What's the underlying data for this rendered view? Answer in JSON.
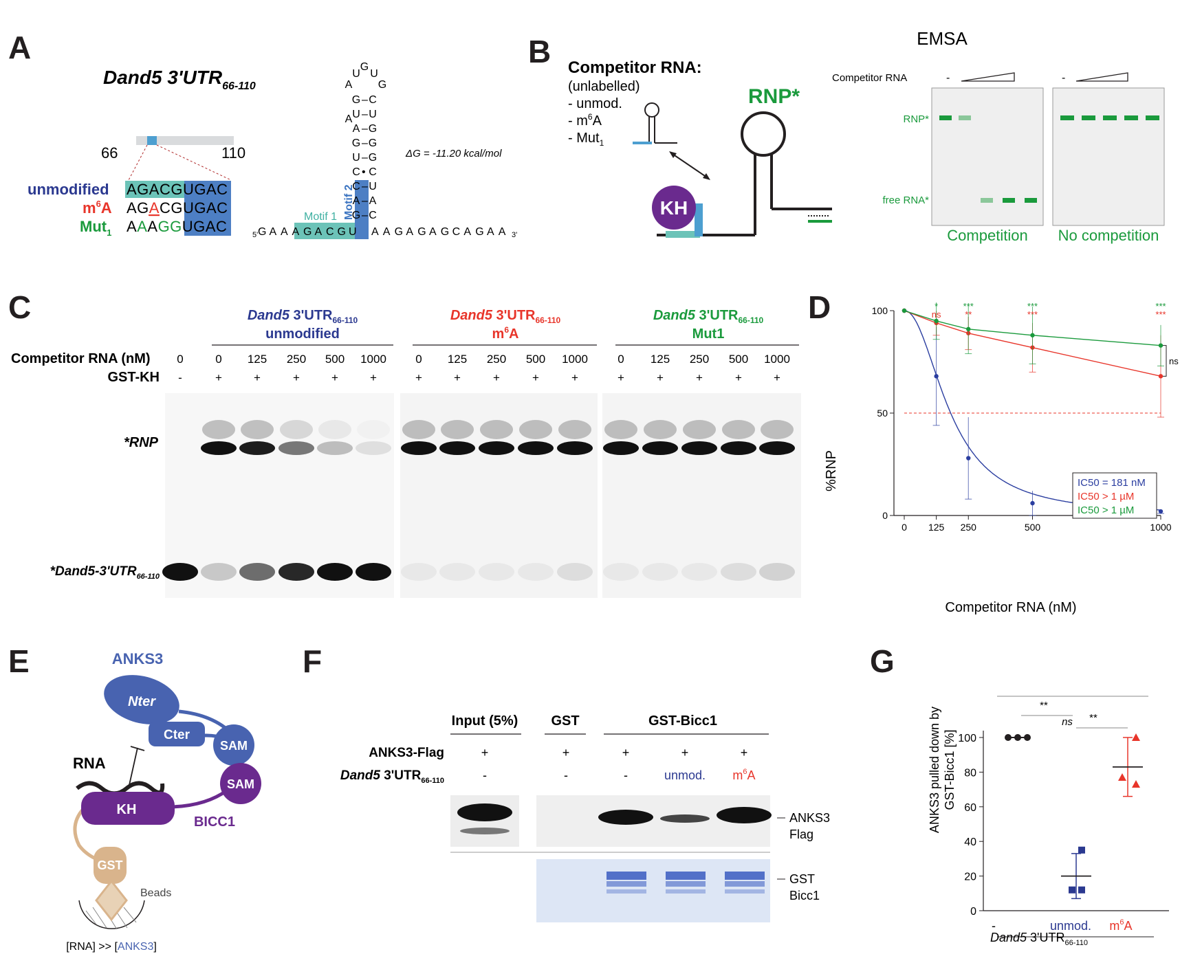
{
  "colors": {
    "unmodified": "#2b3990",
    "m6A": "#e8352a",
    "mut1": "#1a9a3c",
    "teal": "#6cc3b8",
    "blue": "#4d7fc4",
    "purple": "#6a2a8e",
    "gst": "#d9b48c",
    "nter": "#4863b0"
  },
  "panelA": {
    "letter": "A",
    "title_gene": "Dand5",
    "title_rest": " 3'UTR",
    "title_sub": "66-110",
    "range_start": "66",
    "range_end": "110",
    "row_labels": [
      "unmodified",
      "m",
      "6",
      "A",
      "Mut",
      "1"
    ],
    "seq_unmod": "AGACGUGAC",
    "seq_m6A_a": "AG",
    "seq_m6A_b": "A",
    "seq_m6A_c": "CGUGAC",
    "seq_mut_a": "A",
    "seq_mut_b": "A",
    "seq_mut_c": "A",
    "seq_mut_d": "GG",
    "seq_mut_e": "UGAC",
    "dG": "ΔG = -11.20 kcal/mol",
    "motif1": "Motif 1",
    "motif2": "Motif 2",
    "strand_5": "5'",
    "strand_3": "3'",
    "strand_left": [
      "G",
      "A",
      "A",
      "A",
      "G",
      "A",
      "C",
      "G",
      "U"
    ],
    "strand_right": [
      "A",
      "A",
      "G",
      "A",
      "G",
      "A",
      "G",
      "C",
      "A",
      "G",
      "A",
      "A"
    ],
    "loop": [
      "U",
      "G",
      "U",
      "A",
      "G"
    ],
    "stem_left": [
      "G",
      "U",
      "A",
      "G",
      "U",
      "C",
      "C",
      "A",
      "G"
    ],
    "stem_right": [
      "C",
      "A",
      "U",
      "C",
      "G",
      "G",
      "G",
      "U",
      "C"
    ],
    "stem_pair_dot": "•"
  },
  "panelB": {
    "letter": "B",
    "comp_title": "Competitor RNA:",
    "comp_lines": [
      "(unlabelled)",
      "- unmod.",
      "- m",
      "6",
      "A",
      "- Mut",
      "1"
    ],
    "rnp_label": "RNP*",
    "kh_label": "KH",
    "emsa_title": "EMSA",
    "comp_rna_label": "Competitor RNA",
    "dash": "-",
    "rnp_band": "RNP*",
    "free_band": "free RNA*",
    "competition": "Competition",
    "no_competition": "No competition"
  },
  "panelC": {
    "letter": "C",
    "groups": [
      {
        "gene": "Dand5",
        "rest": " 3'UTR",
        "sub": "66-110",
        "label": "unmodified"
      },
      {
        "gene": "Dand5",
        "rest": " 3'UTR",
        "sub": "66-110",
        "label": "m",
        "label_sup": "6",
        "label_end": "A"
      },
      {
        "gene": "Dand5",
        "rest": " 3'UTR",
        "sub": "66-110",
        "label": "Mut1"
      }
    ],
    "row1_label": "Competitor RNA (nM)",
    "row2_label": "GST-KH",
    "conc": [
      "0",
      "0",
      "125",
      "250",
      "500",
      "1000",
      "0",
      "125",
      "250",
      "500",
      "1000",
      "0",
      "125",
      "250",
      "500",
      "1000"
    ],
    "gst": [
      "-",
      "+",
      "+",
      "+",
      "+",
      "+",
      "+",
      "+",
      "+",
      "+",
      "+",
      "+",
      "+",
      "+",
      "+",
      "+"
    ],
    "rnp_label": "*RNP",
    "free_label": "*Dand5-3'UTR",
    "free_sub": "66-110"
  },
  "panelD": {
    "letter": "D",
    "chart_data": {
      "type": "line",
      "xlabel": "Competitor RNA (nM)",
      "ylabel": "%RNP",
      "x": [
        0,
        125,
        250,
        500,
        1000
      ],
      "xlim": [
        0,
        1000
      ],
      "ylim": [
        0,
        100
      ],
      "xticks": [
        0,
        125,
        250,
        500,
        1000
      ],
      "yticks": [
        0,
        50,
        100
      ],
      "reference_line": 50,
      "series": [
        {
          "color": "#2b3ea0",
          "values": [
            100,
            68,
            28,
            6,
            2
          ],
          "errors": [
            0,
            24,
            20,
            6,
            1
          ]
        },
        {
          "color": "#e8352a",
          "values": [
            100,
            94,
            89,
            82,
            68
          ],
          "errors": [
            0,
            6,
            8,
            12,
            20
          ]
        },
        {
          "color": "#1a9a3c",
          "values": [
            100,
            95,
            91,
            88,
            83
          ],
          "errors": [
            0,
            9,
            12,
            14,
            10
          ]
        }
      ],
      "legend": [
        "IC50 = 181 nM",
        "IC50 > 1 µM",
        "IC50 > 1 µM"
      ],
      "legend_position": "bottom-right",
      "significance_green": [
        "*",
        "***",
        "***",
        "***"
      ],
      "significance_red": [
        "ns",
        "**",
        "***",
        "***"
      ],
      "bracket_label": "ns"
    }
  },
  "panelE": {
    "letter": "E",
    "anks3": "ANKS3",
    "nter": "Nter",
    "cter": "Cter",
    "sam": "SAM",
    "rna": "RNA",
    "kh": "KH",
    "bicc1": "BICC1",
    "gst": "GST",
    "beads": "Beads",
    "footer_a": "[RNA] >> [",
    "footer_b": "ANKS3",
    "footer_c": "]"
  },
  "panelF": {
    "letter": "F",
    "col_input": "Input (5%)",
    "col_gst": "GST",
    "col_bicc": "GST-Bicc1",
    "row1_label": "ANKS3-Flag",
    "row2_gene": "Dand5",
    "row2_rest": " 3'UTR",
    "row2_sub": "66-110",
    "row1_vals": [
      "+",
      "+",
      "+",
      "+",
      "+"
    ],
    "row2_vals": [
      "-",
      "-",
      "-",
      "unmod.",
      "m"
    ],
    "m6A_sup": "6",
    "m6A_end": "A",
    "blot1_a": "ANKS3",
    "blot1_b": "Flag",
    "blot2_a": "GST",
    "blot2_b": "Bicc1"
  },
  "panelG": {
    "letter": "G",
    "chart_data": {
      "type": "scatter",
      "ylabel": "ANKS3 pulled down by GST-Bicc1  [%]",
      "categories": [
        "-",
        "unmod.",
        "m6A"
      ],
      "yticks": [
        0,
        20,
        40,
        60,
        80,
        100
      ],
      "ylim": [
        0,
        100
      ],
      "points": [
        {
          "category": "-",
          "values": [
            100,
            100,
            100
          ],
          "mean": 100
        },
        {
          "category": "unmod.",
          "values": [
            35,
            12,
            12
          ],
          "mean": 20,
          "sd": 13
        },
        {
          "category": "m6A",
          "values": [
            100,
            77,
            73
          ],
          "mean": 83,
          "sd": 17
        }
      ],
      "significance": [
        "ns",
        "**",
        "**"
      ],
      "xlabel_gene": "Dand5",
      "xlabel_rest": " 3'UTR",
      "xlabel_sub": "66-110"
    }
  }
}
